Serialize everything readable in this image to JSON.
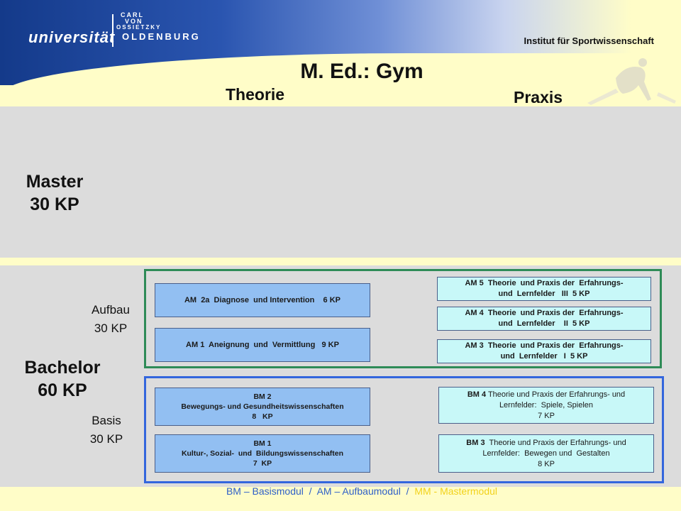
{
  "logo": {
    "carl": "CARL",
    "von": "VON",
    "ossietzky": "OSSIETZKY",
    "universitaet": "universität",
    "oldenburg": "OLDENBURG"
  },
  "header": {
    "institut": "Institut für Sportwissenschaft",
    "title": "M. Ed.: Gym",
    "theorie": "Theorie",
    "praxis": "Praxis"
  },
  "levels": {
    "master_line1": "Master",
    "master_line2": "30 KP",
    "bachelor_line1": "Bachelor",
    "bachelor_line2": "60 KP",
    "aufbau_line1": "Aufbau",
    "aufbau_line2": "30 KP",
    "basis_line1": "Basis",
    "basis_line2": "30 KP"
  },
  "modules": {
    "am2a": "AM  2a  Diagnose  und Intervention    6 KP",
    "am1": "AM 1  Aneignung  und  Vermittlung   9 KP",
    "am5_l1": "AM 5  Theorie  und Praxis der  Erfahrungs-",
    "am5_l2": "und  Lernfelder   III  5 KP",
    "am4_l1": "AM 4  Theorie  und Praxis der  Erfahrungs-",
    "am4_l2": "und  Lernfelder    II  5 KP",
    "am3_l1": "AM 3  Theorie  und Praxis der  Erfahrungs-",
    "am3_l2": "und  Lernfelder   I  5 KP",
    "bm2_l1": "BM 2",
    "bm2_l2": "Bewegungs- und Gesundheitswissenschaften",
    "bm2_l3": "8   KP",
    "bm1_l1": "BM 1",
    "bm1_l2": "Kultur-, Sozial-  und  Bildungswissenschaften",
    "bm1_l3": "7  KP",
    "bm4_l1a": "BM 4",
    "bm4_l1b": " Theorie und Praxis der Erfahrungs- und",
    "bm4_l2": "Lernfelder:  Spiele, Spielen",
    "bm4_l3": "7 KP",
    "bm3_l1a": "BM 3",
    "bm3_l1b": "  Theorie und Praxis der Erfahrungs- und",
    "bm3_l2": "Lernfelder:  Bewegen und  Gestalten",
    "bm3_l3": "8 KP"
  },
  "footer": {
    "part1": "BM – Basismodul  /  AM – Aufbaumodul  /  ",
    "part2": "MM - Mastermodul"
  },
  "colors": {
    "background": "#fffdc8",
    "panel": "#dcdcdc",
    "module_blue": "#92bff2",
    "module_cyan": "#c8f8f8",
    "frame_green": "#2e8b57",
    "frame_blue": "#3366dd",
    "footer_blue": "#3060c8",
    "footer_yellow": "#f2d21a"
  }
}
